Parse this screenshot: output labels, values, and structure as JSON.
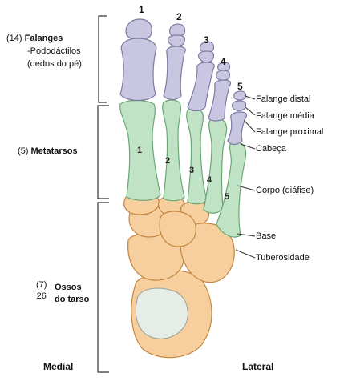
{
  "colors": {
    "phalanx_fill": "#c9c6e2",
    "phalanx_stroke": "#7d7aa3",
    "metatarsal_fill": "#bfe3c4",
    "metatarsal_stroke": "#6aa774",
    "tarsal_fill": "#f7cf9e",
    "tarsal_stroke": "#c4873f",
    "cartilage_fill": "#e6ece6",
    "bracket": "#333333"
  },
  "group_labels": {
    "phalanges_count": "(14)",
    "phalanges_name": "Falanges",
    "phalanges_sub1": "-Pododáctilos",
    "phalanges_sub2": "(dedos do pé)",
    "metatarsals_count": "(5)",
    "metatarsals_name": "Metatarsos",
    "tarsals_count": "(7)",
    "tarsals_name": "Ossos",
    "tarsals_frac_bottom": "26",
    "tarsals_name2": "do tarso"
  },
  "side_labels": {
    "medial": "Medial",
    "lateral": "Lateral"
  },
  "toe_numbers": [
    "1",
    "2",
    "3",
    "4",
    "5"
  ],
  "metatarsal_numbers": [
    "1",
    "2",
    "3",
    "4",
    "5"
  ],
  "callouts": {
    "distal_phalanx": "Falange distal",
    "middle_phalanx": "Falange média",
    "proximal_phalanx": "Falange proximal",
    "head": "Cabeça",
    "body": "Corpo (diáfise)",
    "base": "Base",
    "tuberosity": "Tuberosidade"
  }
}
